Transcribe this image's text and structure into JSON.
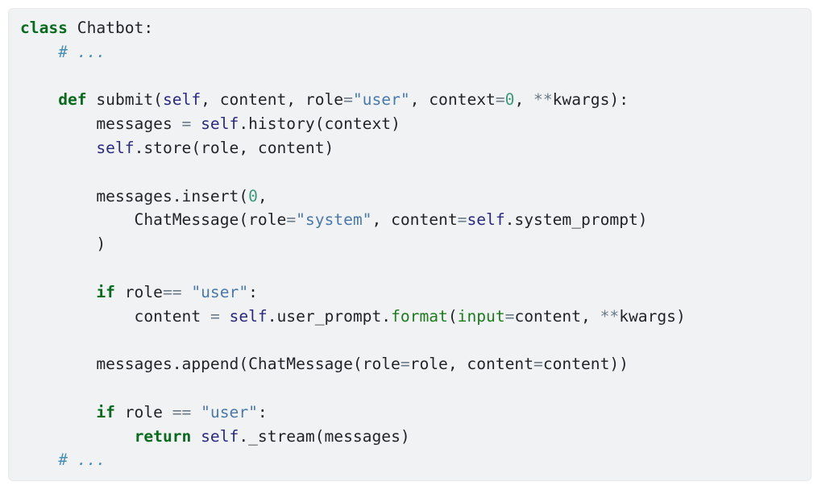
{
  "code_lines": [
    [
      {
        "t": "kw",
        "v": "class"
      },
      {
        "t": "plain",
        "v": " Chatbot:"
      }
    ],
    [
      {
        "t": "plain",
        "v": "    "
      },
      {
        "t": "cmt",
        "v": "# ..."
      }
    ],
    [],
    [
      {
        "t": "plain",
        "v": "    "
      },
      {
        "t": "kw",
        "v": "def"
      },
      {
        "t": "plain",
        "v": " submit("
      },
      {
        "t": "self",
        "v": "self"
      },
      {
        "t": "plain",
        "v": ", content, role"
      },
      {
        "t": "op",
        "v": "="
      },
      {
        "t": "str",
        "v": "\"user\""
      },
      {
        "t": "plain",
        "v": ", context"
      },
      {
        "t": "op",
        "v": "="
      },
      {
        "t": "num",
        "v": "0"
      },
      {
        "t": "plain",
        "v": ", "
      },
      {
        "t": "op",
        "v": "**"
      },
      {
        "t": "plain",
        "v": "kwargs):"
      }
    ],
    [
      {
        "t": "plain",
        "v": "        messages "
      },
      {
        "t": "op",
        "v": "="
      },
      {
        "t": "plain",
        "v": " "
      },
      {
        "t": "self",
        "v": "self"
      },
      {
        "t": "plain",
        "v": ".history(context)"
      }
    ],
    [
      {
        "t": "plain",
        "v": "        "
      },
      {
        "t": "self",
        "v": "self"
      },
      {
        "t": "plain",
        "v": ".store(role, content)"
      }
    ],
    [],
    [
      {
        "t": "plain",
        "v": "        messages.insert("
      },
      {
        "t": "num",
        "v": "0"
      },
      {
        "t": "plain",
        "v": ","
      }
    ],
    [
      {
        "t": "plain",
        "v": "            ChatMessage(role"
      },
      {
        "t": "op",
        "v": "="
      },
      {
        "t": "str",
        "v": "\"system\""
      },
      {
        "t": "plain",
        "v": ", content"
      },
      {
        "t": "op",
        "v": "="
      },
      {
        "t": "self",
        "v": "self"
      },
      {
        "t": "plain",
        "v": ".system_prompt)"
      }
    ],
    [
      {
        "t": "plain",
        "v": "        )"
      }
    ],
    [],
    [
      {
        "t": "plain",
        "v": "        "
      },
      {
        "t": "kw",
        "v": "if"
      },
      {
        "t": "plain",
        "v": " role"
      },
      {
        "t": "op",
        "v": "=="
      },
      {
        "t": "plain",
        "v": " "
      },
      {
        "t": "str",
        "v": "\"user\""
      },
      {
        "t": "plain",
        "v": ":"
      }
    ],
    [
      {
        "t": "plain",
        "v": "            content "
      },
      {
        "t": "op",
        "v": "="
      },
      {
        "t": "plain",
        "v": " "
      },
      {
        "t": "self",
        "v": "self"
      },
      {
        "t": "plain",
        "v": ".user_prompt."
      },
      {
        "t": "builtin",
        "v": "format"
      },
      {
        "t": "plain",
        "v": "("
      },
      {
        "t": "builtin",
        "v": "input"
      },
      {
        "t": "op",
        "v": "="
      },
      {
        "t": "plain",
        "v": "content, "
      },
      {
        "t": "op",
        "v": "**"
      },
      {
        "t": "plain",
        "v": "kwargs)"
      }
    ],
    [],
    [
      {
        "t": "plain",
        "v": "        messages.append(ChatMessage(role"
      },
      {
        "t": "op",
        "v": "="
      },
      {
        "t": "plain",
        "v": "role, content"
      },
      {
        "t": "op",
        "v": "="
      },
      {
        "t": "plain",
        "v": "content))"
      }
    ],
    [],
    [
      {
        "t": "plain",
        "v": "        "
      },
      {
        "t": "kw",
        "v": "if"
      },
      {
        "t": "plain",
        "v": " role "
      },
      {
        "t": "op",
        "v": "=="
      },
      {
        "t": "plain",
        "v": " "
      },
      {
        "t": "str",
        "v": "\"user\""
      },
      {
        "t": "plain",
        "v": ":"
      }
    ],
    [
      {
        "t": "plain",
        "v": "            "
      },
      {
        "t": "kw",
        "v": "return"
      },
      {
        "t": "plain",
        "v": " "
      },
      {
        "t": "self",
        "v": "self"
      },
      {
        "t": "plain",
        "v": "._stream(messages)"
      }
    ],
    [
      {
        "t": "plain",
        "v": "    "
      },
      {
        "t": "cmt",
        "v": "# ..."
      }
    ]
  ]
}
